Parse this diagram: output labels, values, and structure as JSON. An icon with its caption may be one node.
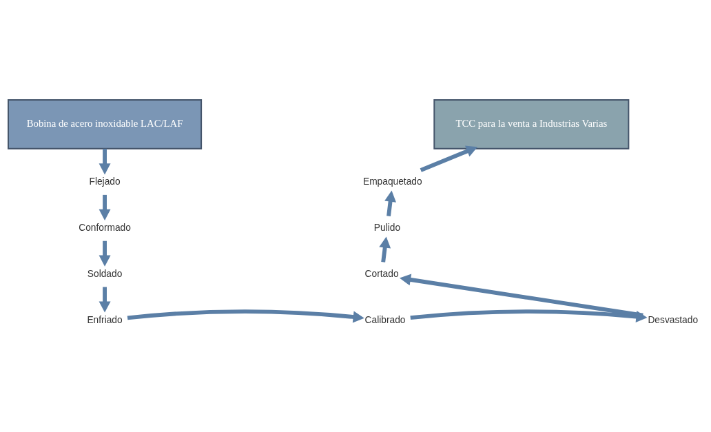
{
  "diagram": {
    "nodes": [
      {
        "text": [
          "Bobina de acero inoxidable LAC/LAF"
        ]
      },
      {
        "text": [
          "Flejado"
        ]
      },
      {
        "text": [
          "Conformado"
        ]
      },
      {
        "text": [
          "Soldado"
        ]
      },
      {
        "text": [
          "Enfriado"
        ]
      },
      {
        "text": [
          "Calibrado"
        ]
      },
      {
        "text": [
          "Desvastado"
        ]
      },
      {
        "text": [
          "Cortado"
        ]
      },
      {
        "text": [
          "Pulido"
        ]
      },
      {
        "text": [
          "Empaquetado"
        ]
      },
      {
        "text": [
          "TCC para la venta a Industrias Varias"
        ]
      }
    ],
    "edges": [
      {
        "from": 0,
        "to": 1,
        "arrow": "to"
      },
      {
        "from": 1,
        "to": 2,
        "arrow": "to"
      },
      {
        "from": 2,
        "to": 3,
        "arrow": "to"
      },
      {
        "from": 3,
        "to": 4,
        "arrow": "to"
      },
      {
        "from": 4,
        "to": 5,
        "arrow": "to"
      },
      {
        "from": 5,
        "to": 6,
        "arrow": "to"
      },
      {
        "from": 6,
        "to": 7,
        "arrow": "to"
      },
      {
        "from": 7,
        "to": 8,
        "arrow": "to"
      },
      {
        "from": 8,
        "to": 9,
        "arrow": "to"
      },
      {
        "from": 9,
        "to": 10,
        "arrow": "to"
      }
    ]
  }
}
